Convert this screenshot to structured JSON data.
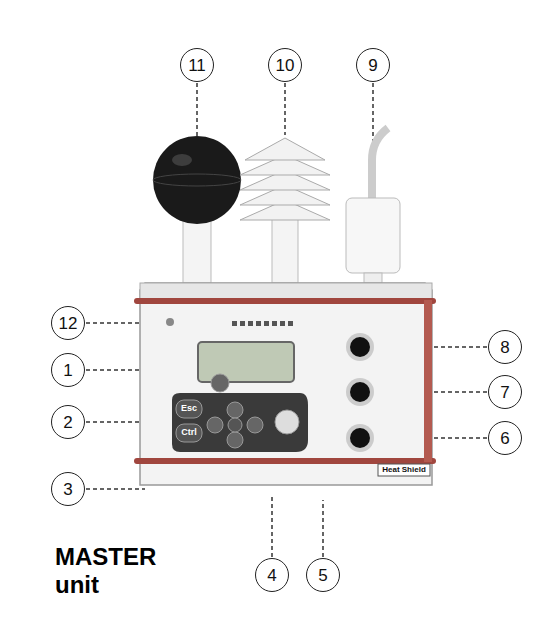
{
  "diagram": {
    "nodes": [
      {
        "text": [
          "11"
        ]
      },
      {
        "text": [
          "10"
        ]
      },
      {
        "text": [
          "9"
        ]
      },
      {
        "text": [
          "12"
        ]
      },
      {
        "text": [
          "8"
        ]
      },
      {
        "text": [
          "1"
        ]
      },
      {
        "text": [
          "7"
        ]
      },
      {
        "text": [
          "2"
        ]
      },
      {
        "text": [
          "6"
        ]
      },
      {
        "text": [
          "3"
        ]
      },
      {
        "text": [
          "4"
        ]
      },
      {
        "text": [
          "5"
        ]
      }
    ],
    "labels": [
      "Esc",
      "Ctrl",
      "Heat Shield",
      "MASTER unit"
    ]
  }
}
